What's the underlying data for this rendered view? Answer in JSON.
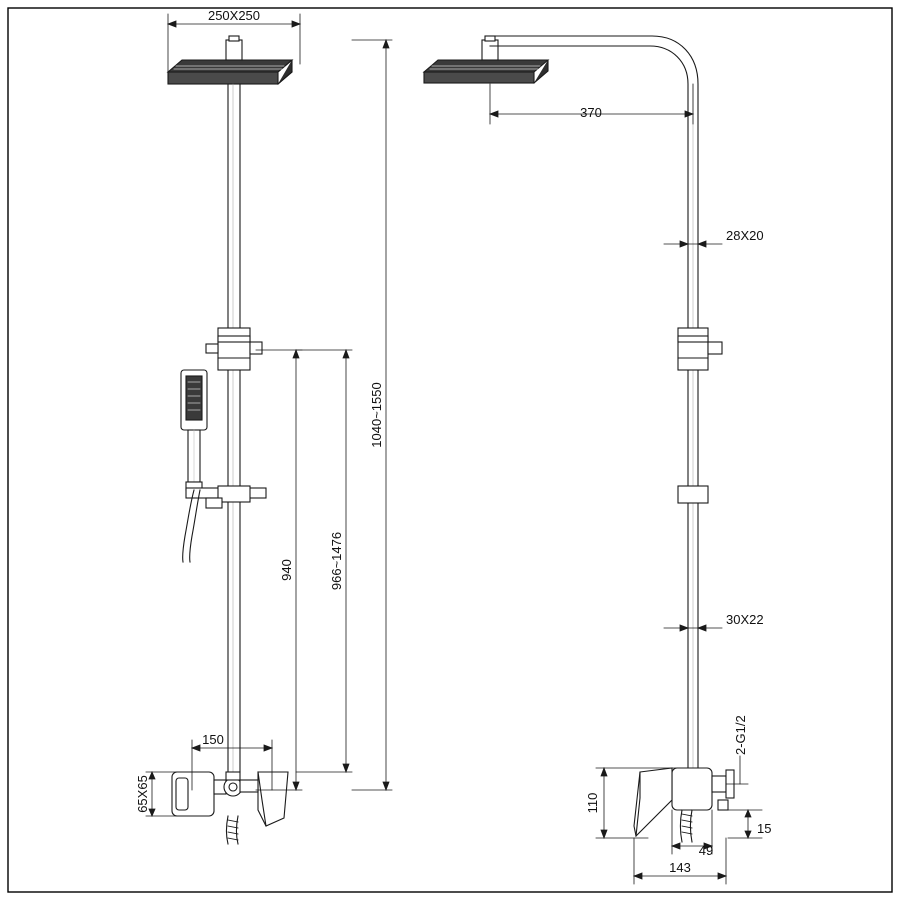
{
  "drawing": {
    "title": "Shower column technical drawing",
    "border": {
      "color": "#000000"
    },
    "line_color": "#1a1a1a",
    "fill_color": "#ffffff",
    "dimensions": {
      "front_view": [
        {
          "id": "head-width",
          "label": "250X250",
          "orientation": "horizontal"
        },
        {
          "id": "slider-travel",
          "label": "966~1476",
          "orientation": "vertical"
        },
        {
          "id": "total-height",
          "label": "1040~1550",
          "orientation": "vertical"
        },
        {
          "id": "riser-height",
          "label": "940",
          "orientation": "vertical"
        },
        {
          "id": "mixer-spread",
          "label": "150",
          "orientation": "horizontal"
        },
        {
          "id": "mixer-body",
          "label": "65X65",
          "orientation": "vertical"
        }
      ],
      "side_view": [
        {
          "id": "head-reach",
          "label": "370",
          "orientation": "horizontal"
        },
        {
          "id": "upper-tube",
          "label": "28X20",
          "orientation": "horizontal"
        },
        {
          "id": "lower-tube",
          "label": "30X22",
          "orientation": "horizontal"
        },
        {
          "id": "inlet-thread",
          "label": "2-G1/2",
          "orientation": "vertical"
        },
        {
          "id": "mixer-height",
          "label": "110",
          "orientation": "vertical"
        },
        {
          "id": "wall-offset",
          "label": "15",
          "orientation": "vertical"
        },
        {
          "id": "spout-depth",
          "label": "49",
          "orientation": "horizontal"
        },
        {
          "id": "total-depth",
          "label": "143",
          "orientation": "horizontal"
        }
      ]
    }
  }
}
